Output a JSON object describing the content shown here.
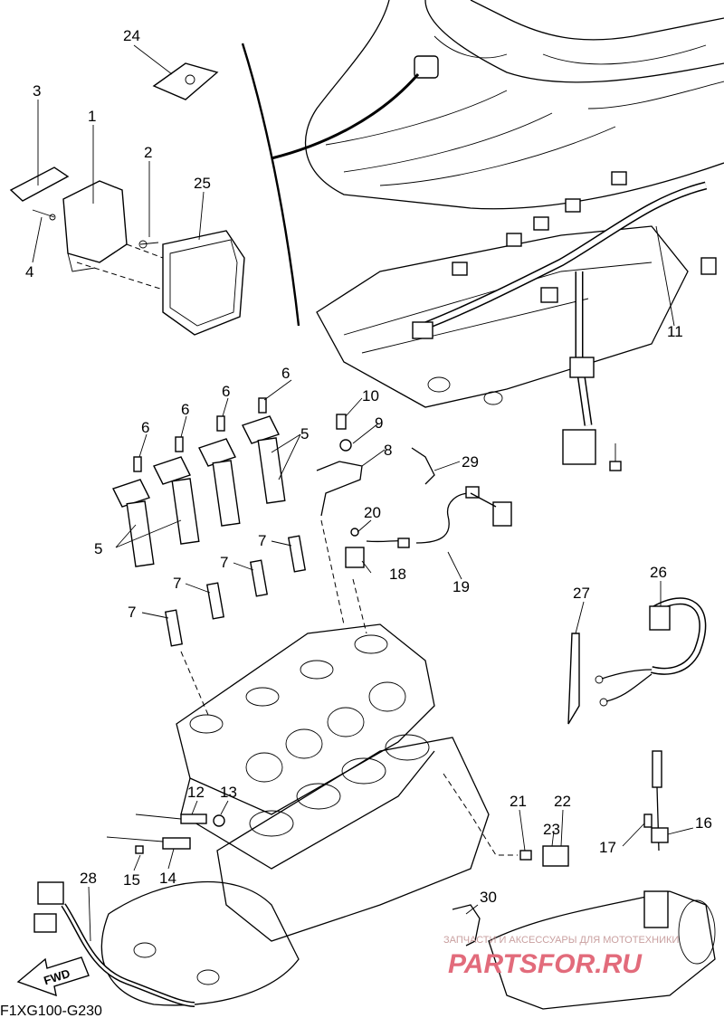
{
  "diagram": {
    "drawing_code": "F1XG100-G230",
    "fwd_label": "FWD",
    "callouts": [
      {
        "id": "c24",
        "label": "24"
      },
      {
        "id": "c3",
        "label": "3"
      },
      {
        "id": "c1",
        "label": "1"
      },
      {
        "id": "c2",
        "label": "2"
      },
      {
        "id": "c25",
        "label": "25"
      },
      {
        "id": "c4",
        "label": "4"
      },
      {
        "id": "c11",
        "label": "11"
      },
      {
        "id": "c6a",
        "label": "6"
      },
      {
        "id": "c6b",
        "label": "6"
      },
      {
        "id": "c6c",
        "label": "6"
      },
      {
        "id": "c6d",
        "label": "6"
      },
      {
        "id": "c10",
        "label": "10"
      },
      {
        "id": "c9",
        "label": "9"
      },
      {
        "id": "c5a",
        "label": "5"
      },
      {
        "id": "c8",
        "label": "8"
      },
      {
        "id": "c29",
        "label": "29"
      },
      {
        "id": "c5b",
        "label": "5"
      },
      {
        "id": "c20",
        "label": "20"
      },
      {
        "id": "c7a",
        "label": "7"
      },
      {
        "id": "c7b",
        "label": "7"
      },
      {
        "id": "c18",
        "label": "18"
      },
      {
        "id": "c19",
        "label": "19"
      },
      {
        "id": "c7c",
        "label": "7"
      },
      {
        "id": "c7d",
        "label": "7"
      },
      {
        "id": "c26",
        "label": "26"
      },
      {
        "id": "c27",
        "label": "27"
      },
      {
        "id": "c12",
        "label": "12"
      },
      {
        "id": "c13",
        "label": "13"
      },
      {
        "id": "c21",
        "label": "21"
      },
      {
        "id": "c22",
        "label": "22"
      },
      {
        "id": "c23",
        "label": "23"
      },
      {
        "id": "c16",
        "label": "16"
      },
      {
        "id": "c17",
        "label": "17"
      },
      {
        "id": "c15",
        "label": "15"
      },
      {
        "id": "c14",
        "label": "14"
      },
      {
        "id": "c28",
        "label": "28"
      },
      {
        "id": "c30",
        "label": "30"
      }
    ]
  },
  "watermark": {
    "line1": "ЗАПЧАСТИ И АКСЕССУАРЫ ДЛЯ МОТОТЕХНИКИ",
    "line2": "PARTSFOR.RU"
  }
}
